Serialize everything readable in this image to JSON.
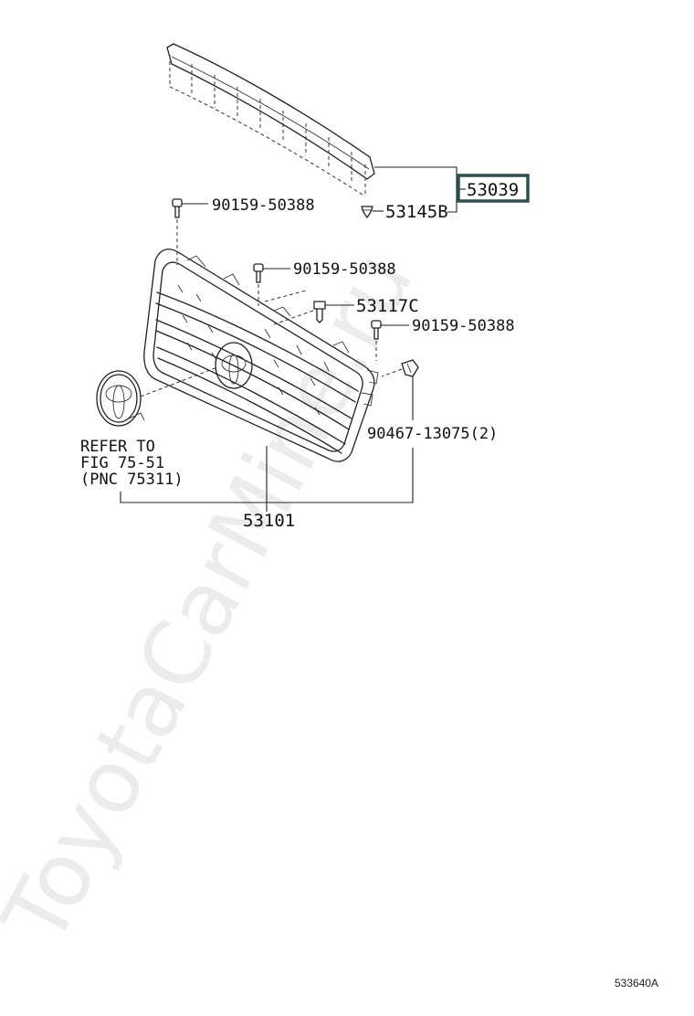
{
  "watermark": "ToyotaCarMine.ru",
  "labels": {
    "part_53039": "53039",
    "part_53145b": "53145B",
    "bolt_1": "90159-50388",
    "bolt_2": "90159-50388",
    "part_53117c": "53117C",
    "bolt_3": "90159-50388",
    "part_90467": "90467-13075(2)",
    "refer_line1": "REFER TO",
    "refer_line2": "FIG 75-51",
    "refer_line3": "(PNC 75311)",
    "part_53101": "53101"
  },
  "figure_code": "533640A",
  "colors": {
    "highlight_box": "#2f4f4f",
    "ink": "#111111",
    "watermark": "#ececec"
  }
}
